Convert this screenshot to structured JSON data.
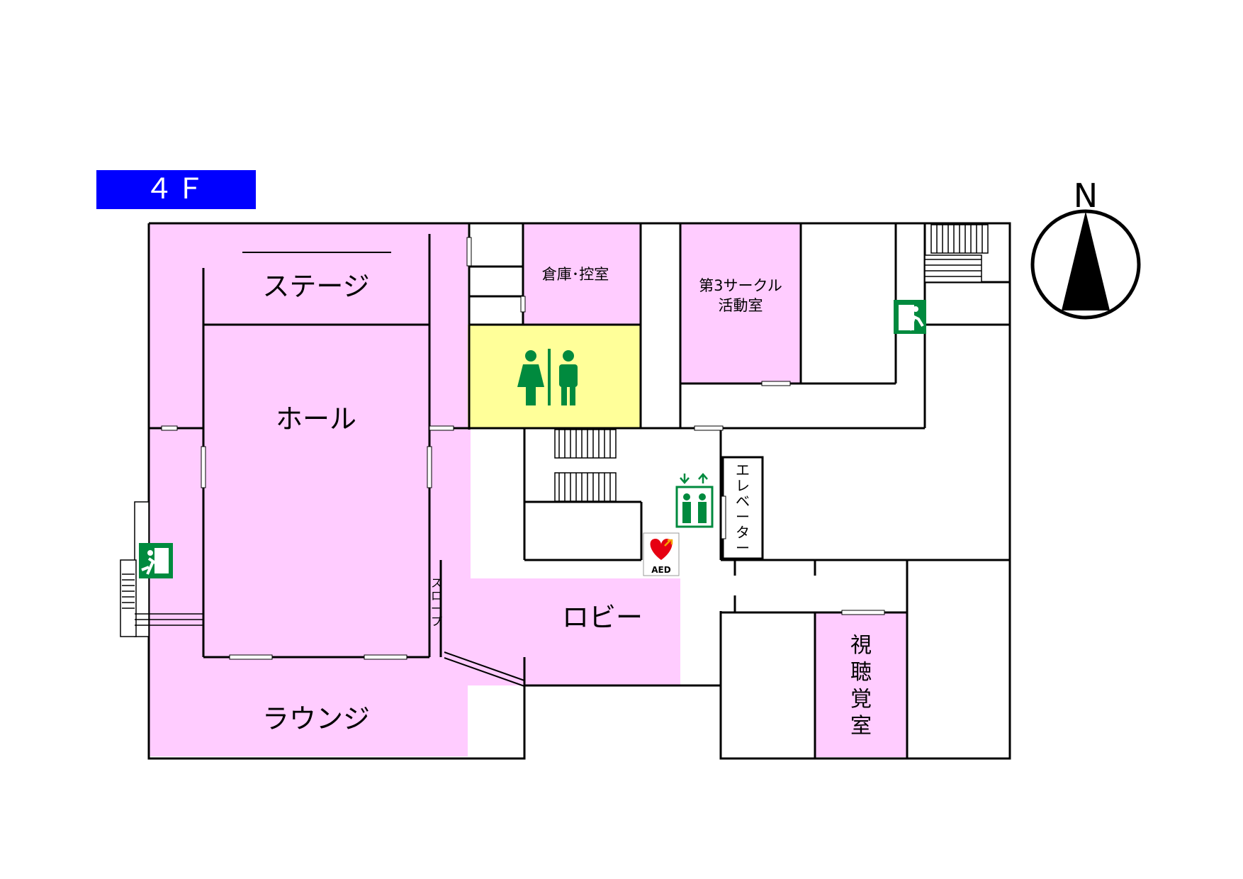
{
  "floor_label": "４Ｆ",
  "compass_label": "N",
  "colors": {
    "room_pink": "#ffccff",
    "restroom_yellow": "#ffff99",
    "floor_badge": "#0000ff",
    "pictogram_green": "#008a3e",
    "aed_red": "#e60012"
  },
  "rooms": {
    "stage": "ステージ",
    "hall": "ホール",
    "lounge": "ラウンジ",
    "lobby": "ロビー",
    "storage": "倉庫･控室",
    "circle_line1": "第3サークル",
    "circle_line2": "活動室",
    "av_room": [
      "視",
      "聴",
      "覚",
      "室"
    ],
    "elevator": [
      "エ",
      "レ",
      "ベ",
      "ー",
      "タ",
      "ー"
    ],
    "slope": [
      "ス",
      "ロ",
      "ー",
      "プ"
    ]
  },
  "aed_label": "AED",
  "icons": [
    "restroom-icon",
    "elevator-icon",
    "emergency-exit-icon",
    "aed-icon",
    "north-arrow-icon"
  ]
}
